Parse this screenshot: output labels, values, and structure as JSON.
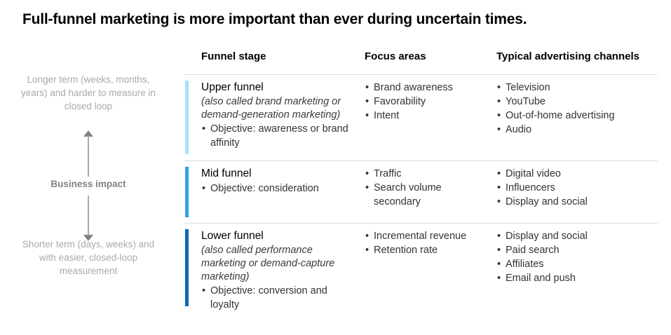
{
  "title": "Full-funnel marketing is more important than ever during uncertain times.",
  "axis": {
    "top_caption": "Longer term (weeks, months, years) and harder to measure in closed loop",
    "label": "Business impact",
    "bottom_caption": "Shorter term (days, weeks) and with easier, closed-loop measurement",
    "arrow_up_icon": "arrow-up-icon",
    "arrow_down_icon": "arrow-down-icon"
  },
  "table": {
    "headers": {
      "stage": "Funnel stage",
      "focus": "Focus areas",
      "channels": "Typical advertising channels"
    },
    "rows": [
      {
        "stage_name": "Upper funnel",
        "stage_alias": "(also called brand marketing or demand-generation marketing)",
        "stage_bullets": [
          "Objective: awareness or brand affinity"
        ],
        "focus_bullets": [
          "Brand awareness",
          "Favorability",
          "Intent"
        ],
        "channel_bullets": [
          "Television",
          "YouTube",
          "Out-of-home advertising",
          "Audio"
        ],
        "accent_color": "#a8e2f5"
      },
      {
        "stage_name": "Mid funnel",
        "stage_alias": "",
        "stage_bullets": [
          "Objective: consideration"
        ],
        "focus_bullets": [
          "Traffic",
          "Search volume secondary"
        ],
        "channel_bullets": [
          "Digital video",
          "Influencers",
          "Display and social"
        ],
        "accent_color": "#2ca5e8"
      },
      {
        "stage_name": "Lower funnel",
        "stage_alias": "(also called performance marketing or demand-capture marketing)",
        "stage_bullets": [
          "Objective: conversion and loyalty"
        ],
        "focus_bullets": [
          "Incremental revenue",
          "Retention rate"
        ],
        "channel_bullets": [
          "Display and social",
          "Paid search",
          "Affiliates",
          "Email and push"
        ],
        "accent_color": "#0b6cb0"
      }
    ]
  },
  "colors": {
    "divider": "#dcdee0",
    "muted_text": "#a7a9ad",
    "axis_label_text": "#808386"
  }
}
